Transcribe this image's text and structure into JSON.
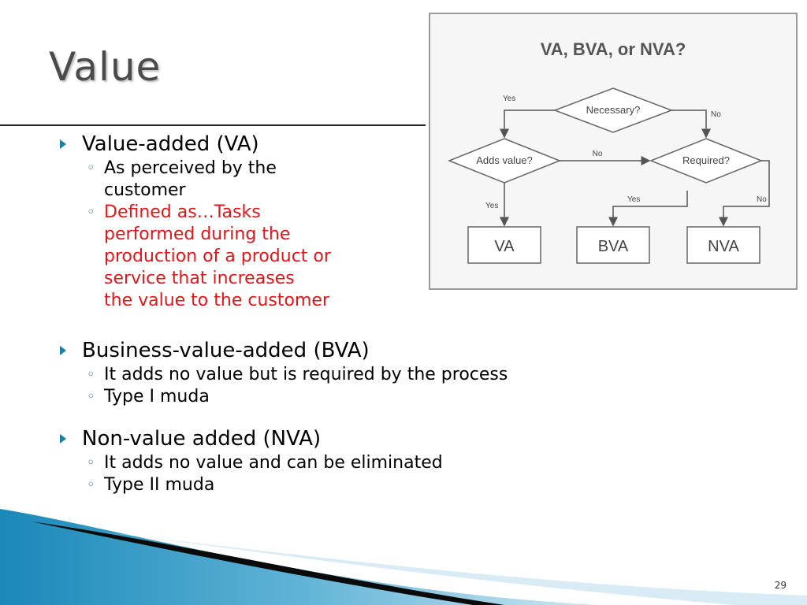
{
  "slide": {
    "title": "Value",
    "page_number": "29"
  },
  "bullets": [
    {
      "text": "Value-added (VA)",
      "subs": [
        {
          "text": "As perceived by the\ncustomer",
          "color": "#000000"
        },
        {
          "text": "Defined as…Tasks\nperformed during the\nproduction of a product or\nservice that increases\nthe value to the customer",
          "color": "#e0161b"
        }
      ]
    },
    {
      "text": "Business-value-added (BVA)",
      "subs": [
        {
          "text": "It adds no value but is required by the process",
          "color": "#000000"
        },
        {
          "text": "Type I muda",
          "color": "#000000"
        }
      ]
    },
    {
      "text": "Non-value added (NVA)",
      "subs": [
        {
          "text": "It adds no value and can be eliminated",
          "color": "#000000"
        },
        {
          "text": "Type II muda",
          "color": "#000000"
        }
      ]
    }
  ],
  "flowchart": {
    "title": "VA, BVA, or NVA?",
    "decisions": {
      "necessary": "Necessary?",
      "adds_value": "Adds value?",
      "required": "Required?"
    },
    "labels": {
      "yes_left": "Yes",
      "no_right": "No",
      "no_middle": "No",
      "yes_va": "Yes",
      "yes_bva": "Yes",
      "no_nva": "No"
    },
    "outcomes": {
      "va": "VA",
      "bva": "BVA",
      "nva": "NVA"
    }
  },
  "colors": {
    "accent": "#1f7ea6",
    "highlight_text": "#e0161b",
    "title_text": "#4a4a4a"
  }
}
